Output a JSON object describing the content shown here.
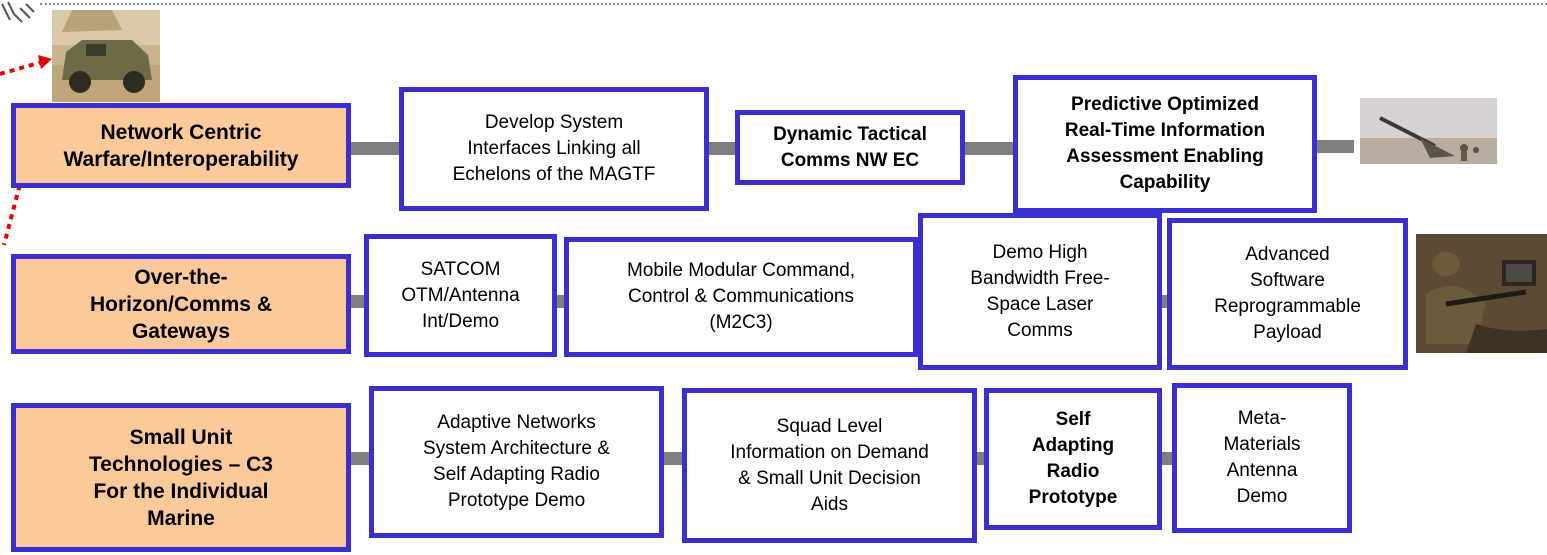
{
  "rows": [
    {
      "category": "Network Centric\nWarfare/Interoperability",
      "items": [
        "Develop System\nInterfaces Linking all\nEchelons of the MAGTF",
        "Dynamic Tactical\nComms NW EC",
        "Predictive Optimized\nReal-Time Information\nAssessment Enabling\nCapability"
      ]
    },
    {
      "category": "Over-the-\nHorizon/Comms &\nGateways",
      "items": [
        "SATCOM\nOTM/Antenna\nInt/Demo",
        "Mobile Modular Command,\nControl & Communications\n(M2C3)",
        "Demo High\nBandwidth Free-\nSpace Laser\nComms",
        "Advanced\nSoftware\nReprogrammable\nPayload"
      ]
    },
    {
      "category": "Small Unit\nTechnologies – C3\nFor the Individual\nMarine",
      "items": [
        "Adaptive Networks\nSystem Architecture &\nSelf Adapting Radio\nPrototype Demo",
        "Squad Level\nInformation on Demand\n& Small Unit Decision\nAids",
        "Self\nAdapting\nRadio\nPrototype",
        "Meta-\nMaterials\nAntenna\nDemo"
      ]
    }
  ],
  "colors": {
    "box_border": "#3b2fd0",
    "category_fill": "#fbc99a",
    "connector": "#7f7f7f",
    "arrow": "#e00000"
  },
  "photos": [
    "humvee-photo",
    "artillery-photo",
    "soldier-photo"
  ]
}
